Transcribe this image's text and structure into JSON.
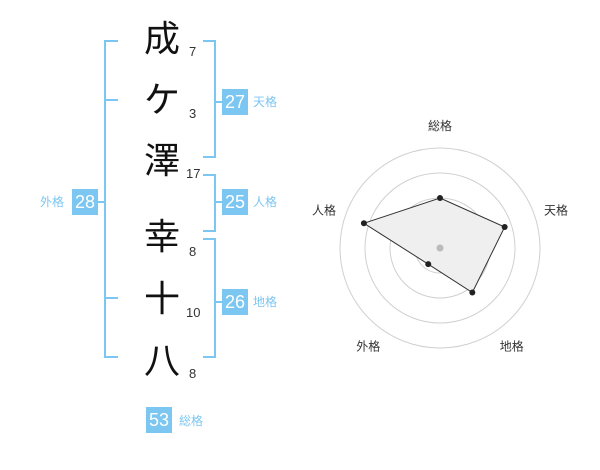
{
  "name_chars": [
    {
      "char": "成",
      "strokes": "7"
    },
    {
      "char": "ケ",
      "strokes": "3"
    },
    {
      "char": "澤",
      "strokes": "17"
    },
    {
      "char": "幸",
      "strokes": "8"
    },
    {
      "char": "十",
      "strokes": "10"
    },
    {
      "char": "八",
      "strokes": "8"
    }
  ],
  "fortunes": {
    "tenkaku": {
      "value": "27",
      "label": "天格"
    },
    "jinkaku": {
      "value": "25",
      "label": "人格"
    },
    "chikaku": {
      "value": "26",
      "label": "地格"
    },
    "gaikaku": {
      "value": "28",
      "label": "外格"
    },
    "soukaku": {
      "value": "53",
      "label": "総格"
    }
  },
  "chart_data": {
    "type": "radar",
    "axes": [
      "総格",
      "天格",
      "地格",
      "外格",
      "人格"
    ],
    "rings": 4,
    "values": [
      0.5,
      0.68,
      0.55,
      0.2,
      0.8
    ],
    "colors": {
      "fill": "#efefef",
      "stroke": "#333333",
      "grid": "#d0d0d0",
      "accent": "#7cc6f2",
      "center": "#bbbbbb"
    }
  }
}
